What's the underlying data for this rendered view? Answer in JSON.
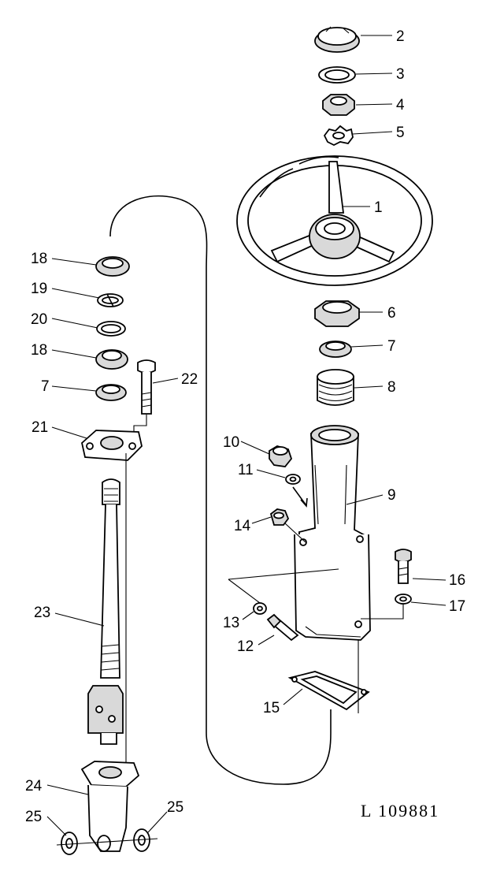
{
  "drawing_ref": "L 109881",
  "callouts": [
    "1",
    "2",
    "3",
    "4",
    "5",
    "6",
    "7",
    "8",
    "9",
    "10",
    "11",
    "12",
    "13",
    "14",
    "15",
    "16",
    "17",
    "18",
    "19",
    "20",
    "18",
    "7",
    "21",
    "22",
    "23",
    "24",
    "25",
    "25"
  ]
}
